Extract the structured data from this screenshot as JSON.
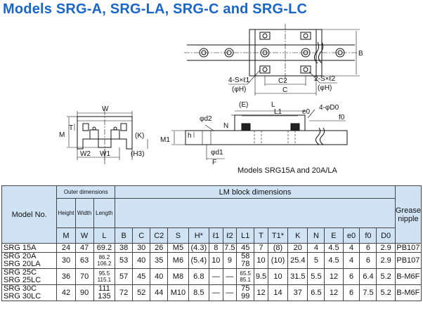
{
  "title": "Models SRG-A, SRG-LA, SRG-C and SRG-LC",
  "caption": "Models SRG15A and 20A/LA",
  "drawing": {
    "top": {
      "B": "B",
      "hole1_line1": "4-S×ℓ1",
      "hole1_line2": "(φH)",
      "C2": "C2",
      "C": "C",
      "hole2_line1": "2-S×ℓ2",
      "hole2_line2": "(φH)"
    },
    "front": {
      "W": "W",
      "T": "T",
      "M": "M",
      "K": "(K)",
      "W2": "W2",
      "W1": "W1",
      "H3": "(H3)"
    },
    "side": {
      "E": "(E)",
      "L": "L",
      "L1": "L1",
      "e0": "e0",
      "D0": "4-φD0",
      "f0": "f0",
      "d2": "φd2",
      "N": "N",
      "h": "h",
      "M1": "M1",
      "d1": "φd1",
      "F": "F"
    }
  },
  "table": {
    "model_header": "Model No.",
    "outer_header": "Outer dimensions",
    "lm_header": "LM block dimensions",
    "outer_sub": [
      "Height",
      "Width",
      "Length"
    ],
    "grease_header": "Grease nipple",
    "columns": [
      "M",
      "W",
      "L",
      "B",
      "C",
      "C2",
      "S",
      "H*",
      "ℓ1",
      "ℓ2",
      "L1",
      "T",
      "T1*",
      "K",
      "N",
      "E",
      "e0",
      "f0",
      "D0"
    ],
    "rows": [
      {
        "models": [
          "SRG 15A"
        ],
        "M": "24",
        "W": "47",
        "L": [
          "69.2"
        ],
        "B": "38",
        "C": "30",
        "C2": "26",
        "S": "M5",
        "H": "(4.3)",
        "l1": "8",
        "l2": "7.5",
        "L1": [
          "45"
        ],
        "T": "7",
        "T1": "(8)",
        "K": "20",
        "N": "4",
        "E": "4.5",
        "e0": "4",
        "f0": "6",
        "D0": "2.9",
        "nipple": "PB107"
      },
      {
        "models": [
          "SRG 20A",
          "SRG 20LA"
        ],
        "M": "30",
        "W": "63",
        "L": [
          "86.2",
          "106.2"
        ],
        "B": "53",
        "C": "40",
        "C2": "35",
        "S": "M6",
        "H": "(5.4)",
        "l1": "10",
        "l2": "9",
        "L1": [
          "58",
          "78"
        ],
        "T": "10",
        "T1": "(10)",
        "K": "25.4",
        "N": "5",
        "E": "4.5",
        "e0": "4",
        "f0": "6",
        "D0": "2.9",
        "nipple": "PB107"
      },
      {
        "models": [
          "SRG 25C",
          "SRG 25LC"
        ],
        "M": "36",
        "W": "70",
        "L": [
          "95.5",
          "115.1"
        ],
        "B": "57",
        "C": "45",
        "C2": "40",
        "S": "M8",
        "H": "6.8",
        "l1": "—",
        "l2": "—",
        "L1": [
          "65.5",
          "85.1"
        ],
        "T": "9.5",
        "T1": "10",
        "K": "31.5",
        "N": "5.5",
        "E": "12",
        "e0": "6",
        "f0": "6.4",
        "D0": "5.2",
        "nipple": "B-M6F"
      },
      {
        "models": [
          "SRG 30C",
          "SRG 30LC"
        ],
        "M": "42",
        "W": "90",
        "L": [
          "111",
          "135"
        ],
        "B": "72",
        "C": "52",
        "C2": "44",
        "S": "M10",
        "H": "8.5",
        "l1": "—",
        "l2": "—",
        "L1": [
          "75",
          "99"
        ],
        "T": "12",
        "T1": "14",
        "K": "37",
        "N": "6.5",
        "E": "12",
        "e0": "6",
        "f0": "7.5",
        "D0": "5.2",
        "nipple": "B-M6F"
      }
    ]
  }
}
